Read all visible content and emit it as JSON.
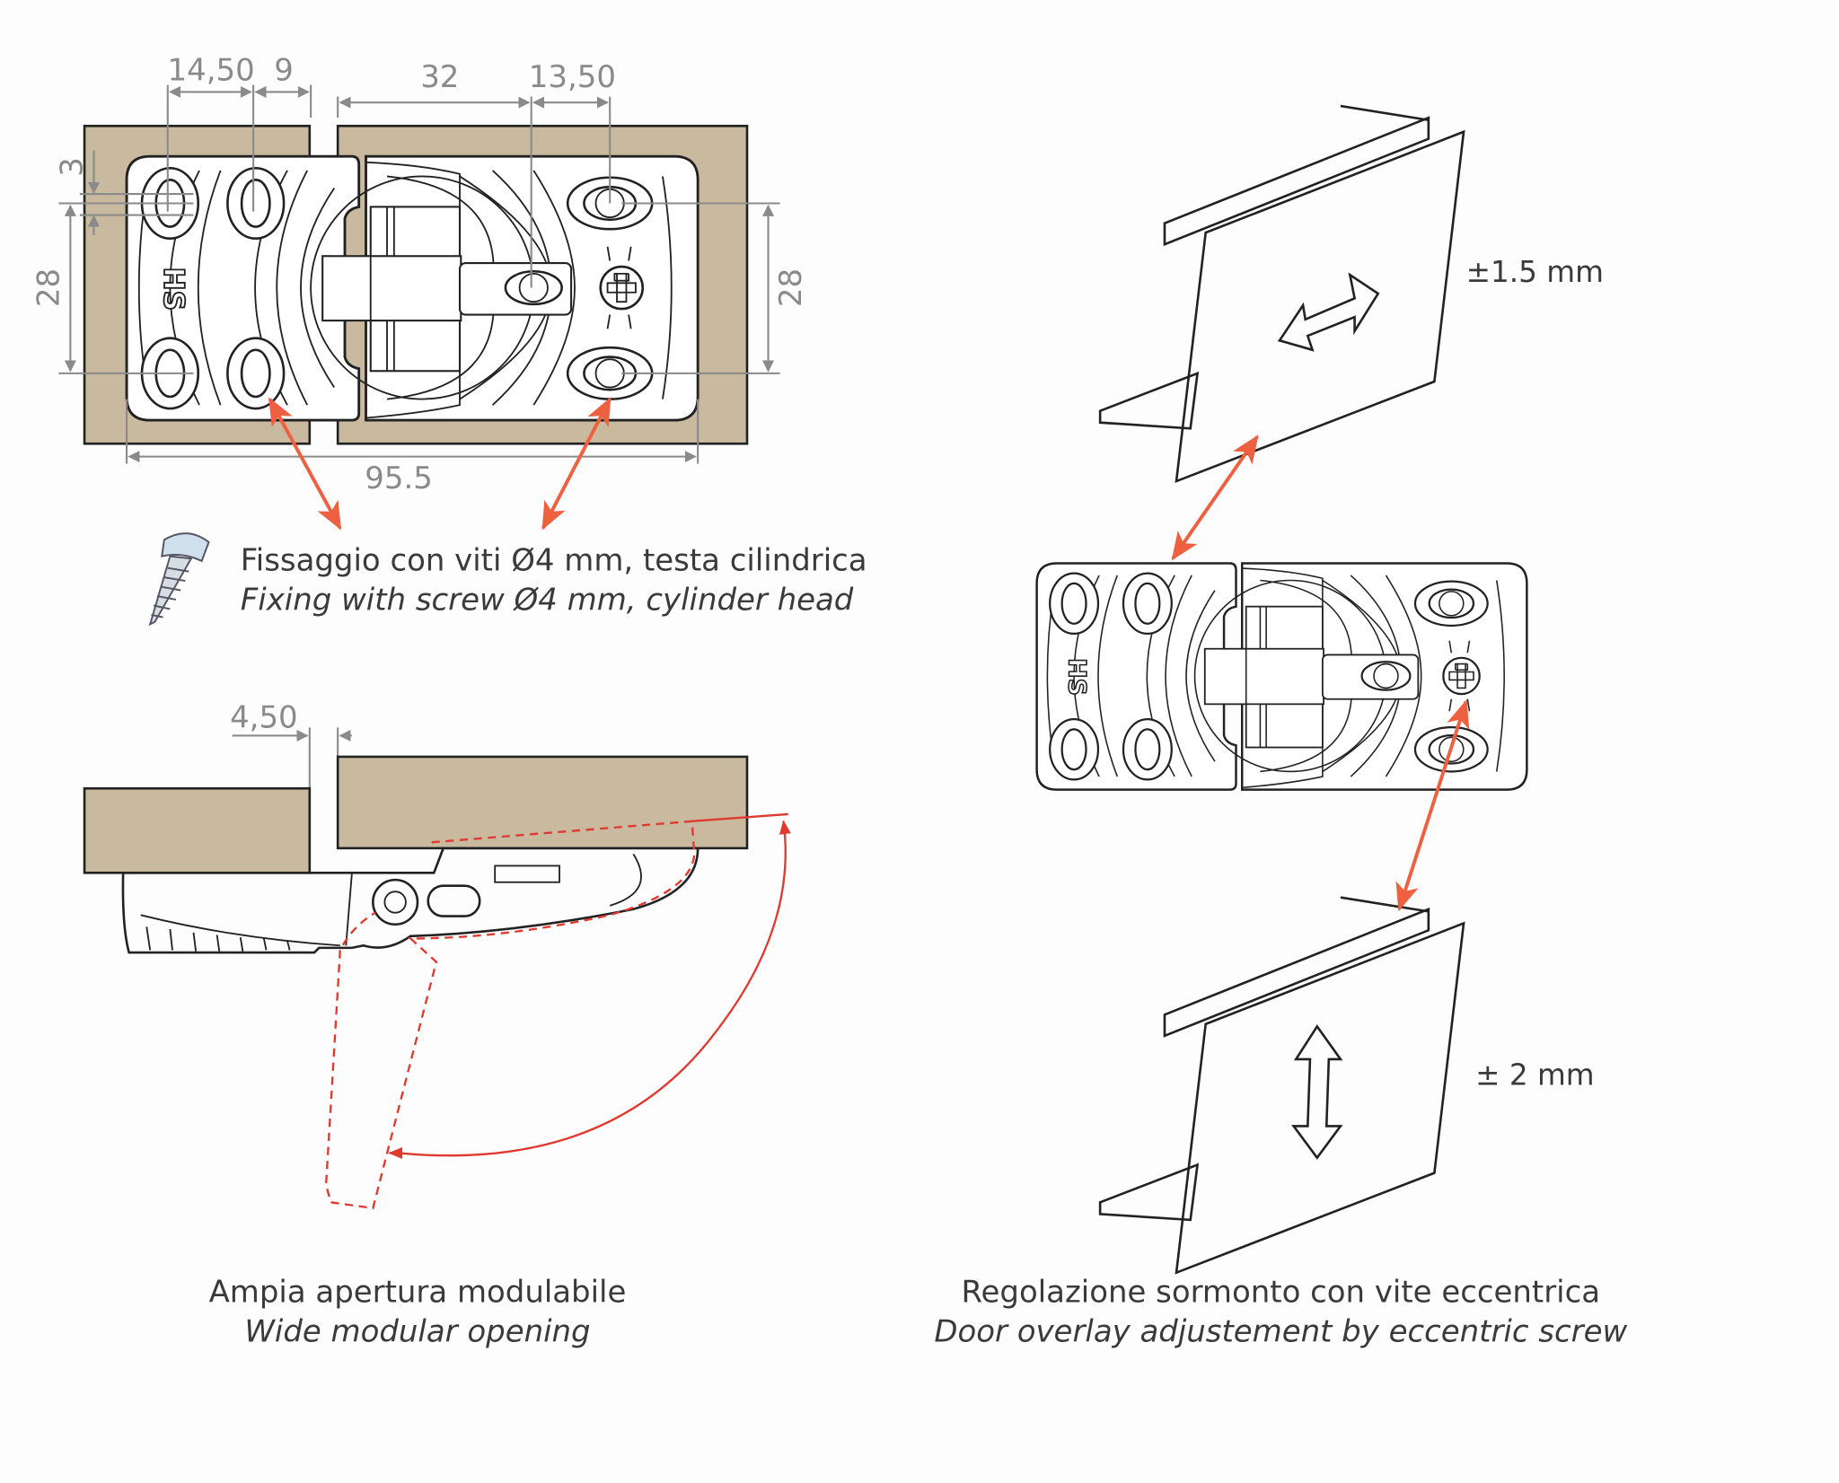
{
  "plan_view": {
    "dims": {
      "d1": "14,50",
      "d2": "9",
      "d3": "32",
      "d4": "13,50",
      "d5": "3",
      "d6": "28",
      "d7": "28",
      "d8": "95.5"
    },
    "logo": "HS"
  },
  "fixing": {
    "line_it": "Fissaggio con viti Ø4 mm, testa cilindrica",
    "line_en": "Fixing with screw Ø4 mm, cylinder head"
  },
  "side_view": {
    "dim": "4,50",
    "caption_it": "Ampia apertura modulabile",
    "caption_en": "Wide modular opening"
  },
  "adjustment": {
    "horizontal_label": "±1.5 mm",
    "vertical_label": "± 2 mm",
    "caption_it": "Regolazione sormonto con vite eccentrica",
    "caption_en": "Door overlay adjustement by eccentric screw"
  },
  "colors": {
    "wood": "#c9b99f",
    "arrow": "#ee6040",
    "opening": "#e03a30",
    "dimension": "#8a8a8a"
  }
}
